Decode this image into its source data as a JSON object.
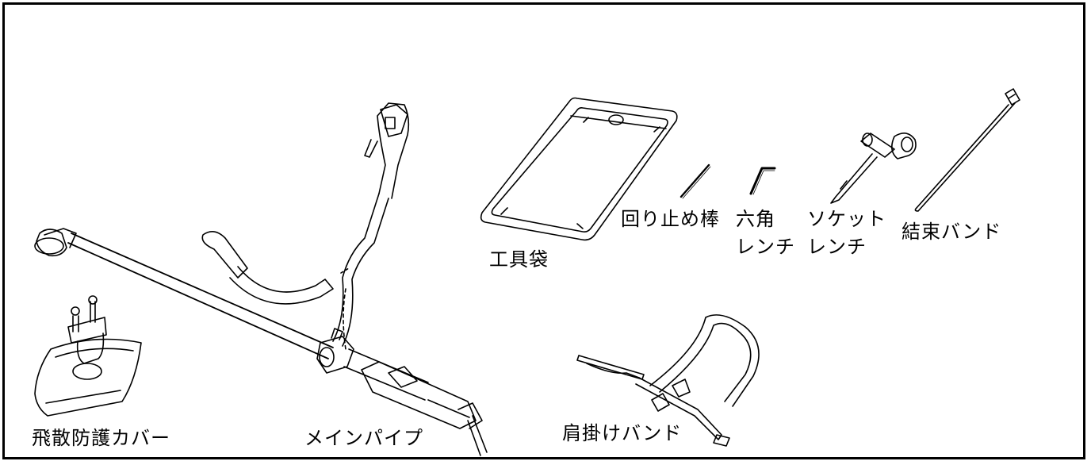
{
  "labels": {
    "tool_bag": "工具袋",
    "stop_bar": "回り止め棒",
    "hex_wrench": [
      "六角",
      "レンチ"
    ],
    "socket_wrench": [
      "ソケット",
      "レンチ"
    ],
    "cable_tie": "結束バンド",
    "guard_cover": "飛散防護カバー",
    "main_pipe": "メインパイプ",
    "shoulder_strap": "肩掛けバンド"
  }
}
